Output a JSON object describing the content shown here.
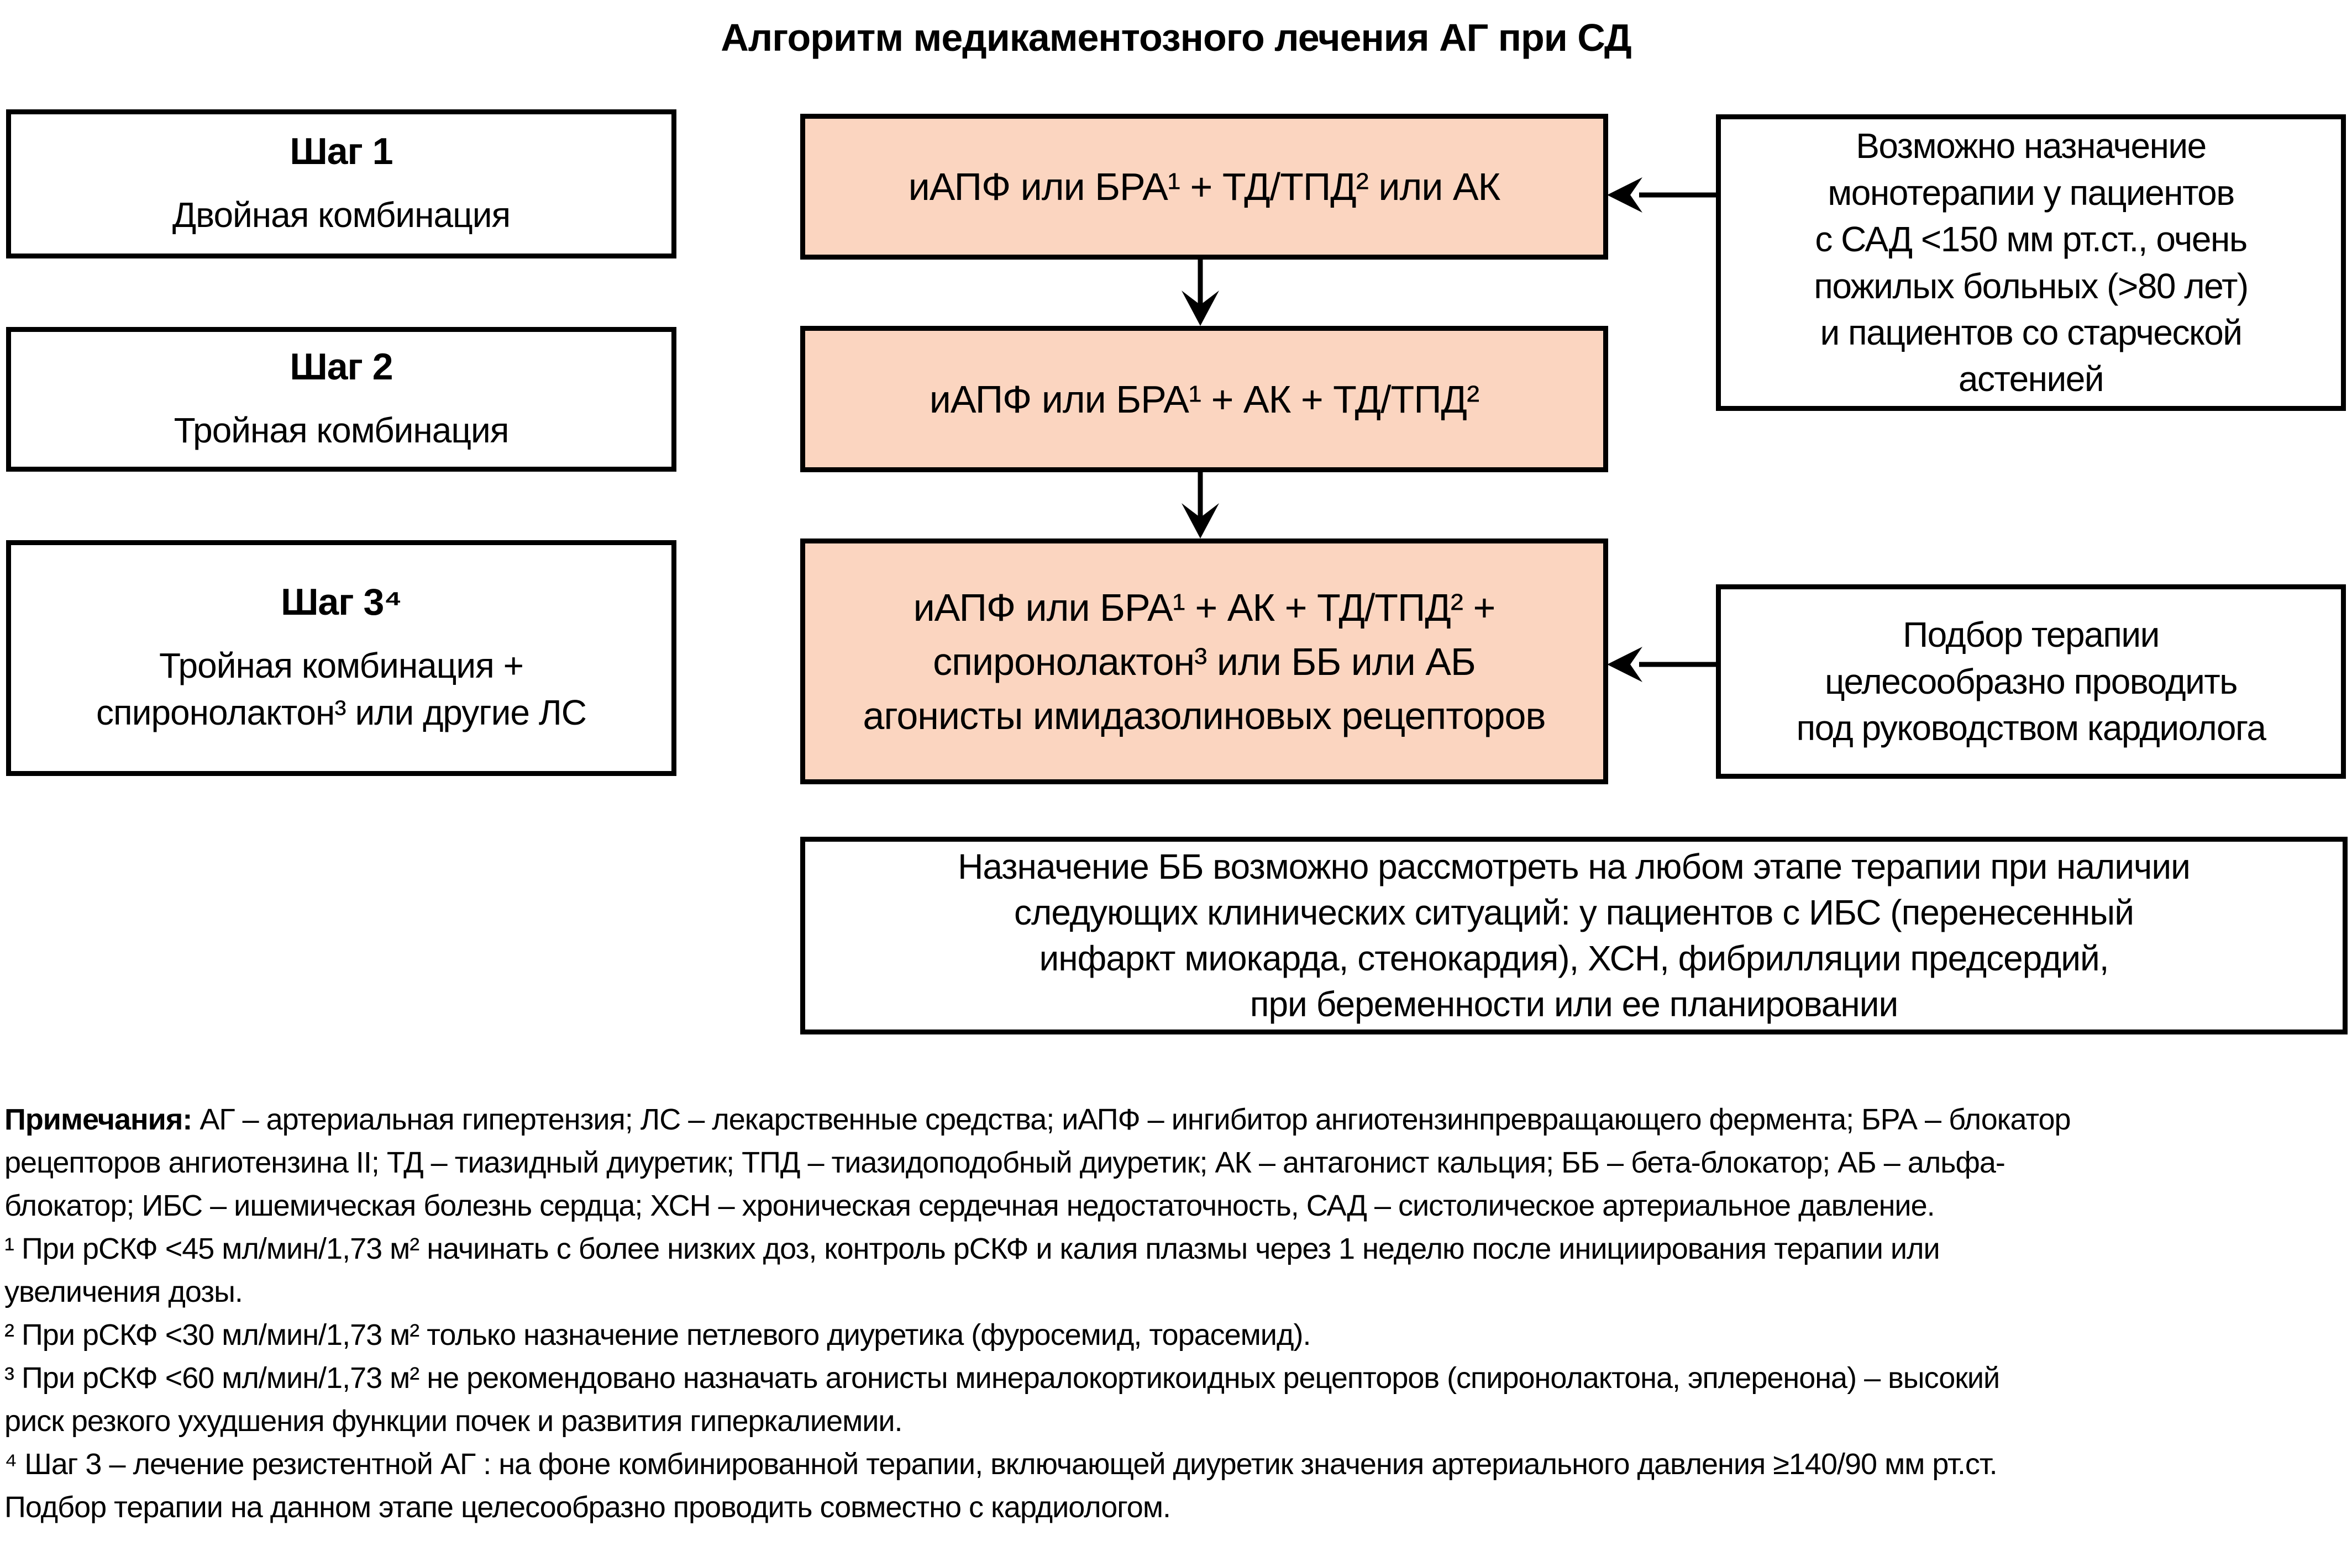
{
  "title": "Алгоритм медикаментозного лечения АГ при СД",
  "colors": {
    "therapy_box_fill": "#FBD5C0",
    "box_border": "#000000",
    "background": "#FFFFFF",
    "text": "#000000"
  },
  "steps": [
    {
      "title": "Шаг 1",
      "subtitle_lines": [
        "Двойная комбинация"
      ]
    },
    {
      "title": "Шаг 2",
      "subtitle_lines": [
        "Тройная комбинация"
      ]
    },
    {
      "title": "Шаг 3⁴",
      "subtitle_lines": [
        "Тройная комбинация +",
        "спиронолактон³ или другие ЛС"
      ]
    }
  ],
  "therapy_boxes": [
    {
      "lines": [
        "иАПФ или БРА¹ + ТД/ТПД² или АК"
      ]
    },
    {
      "lines": [
        "иАПФ или БРА¹ + АК + ТД/ТПД²"
      ]
    },
    {
      "lines": [
        "иАПФ или БРА¹ + АК + ТД/ТПД² +",
        "спиронолактон³ или ББ или АБ",
        "агонисты имидазолиновых рецепторов"
      ]
    }
  ],
  "side_notes": [
    {
      "lines": [
        "Возможно назначение",
        "монотерапии у пациентов",
        "с САД <150 мм рт.ст., очень",
        "пожилых больных (>80 лет)",
        "и пациентов со старческой",
        "астенией"
      ]
    },
    {
      "lines": [
        "Подбор терапии",
        "целесообразно проводить",
        "под руководством кардиолога"
      ]
    }
  ],
  "bb_note": {
    "lines": [
      "Назначение ББ возможно рассмотреть на любом этапе терапии при наличии",
      "следующих клинических ситуаций: у пациентов с ИБС (перенесенный",
      "инфаркт миокарда, стенокардия), ХСН, фибрилляции предсердий,",
      "при беременности или ее планировании"
    ]
  },
  "footnotes": {
    "label": "Примечания:",
    "lines": [
      " АГ – артериальная гипертензия; ЛС – лекарственные средства; иАПФ – ингибитор ангиотензинпревращающего фермента; БРА – блокатор",
      "рецепторов ангиотензина II; ТД – тиазидный диуретик; ТПД – тиазидоподобный диуретик; АК – антагонист кальция; ББ – бета-блокатор; АБ – альфа-",
      "блокатор; ИБС – ишемическая болезнь сердца; ХСН – хроническая сердечная недостаточность, САД – систолическое артериальное давление.",
      "¹ При рСКФ <45 мл/мин/1,73 м² начинать с более низких доз, контроль рСКФ и калия плазмы через 1 неделю после инициирования терапии или",
      "увеличения дозы.",
      "² При рСКФ <30 мл/мин/1,73 м² только назначение петлевого диуретика (фуросемид, торасемид).",
      "³ При рСКФ <60 мл/мин/1,73 м² не рекомендовано назначать агонисты минералокортикоидных рецепторов (спиронолактона, эплеренона) – высокий",
      "риск резкого ухудшения функции почек и развития гиперкалиемии.",
      "⁴ Шаг 3 – лечение резистентной АГ : на фоне комбинированной терапии, включающей диуретик значения артериального давления ≥140/90 мм рт.ст.",
      "Подбор терапии на данном этапе целесообразно проводить совместно с кардиологом."
    ]
  }
}
